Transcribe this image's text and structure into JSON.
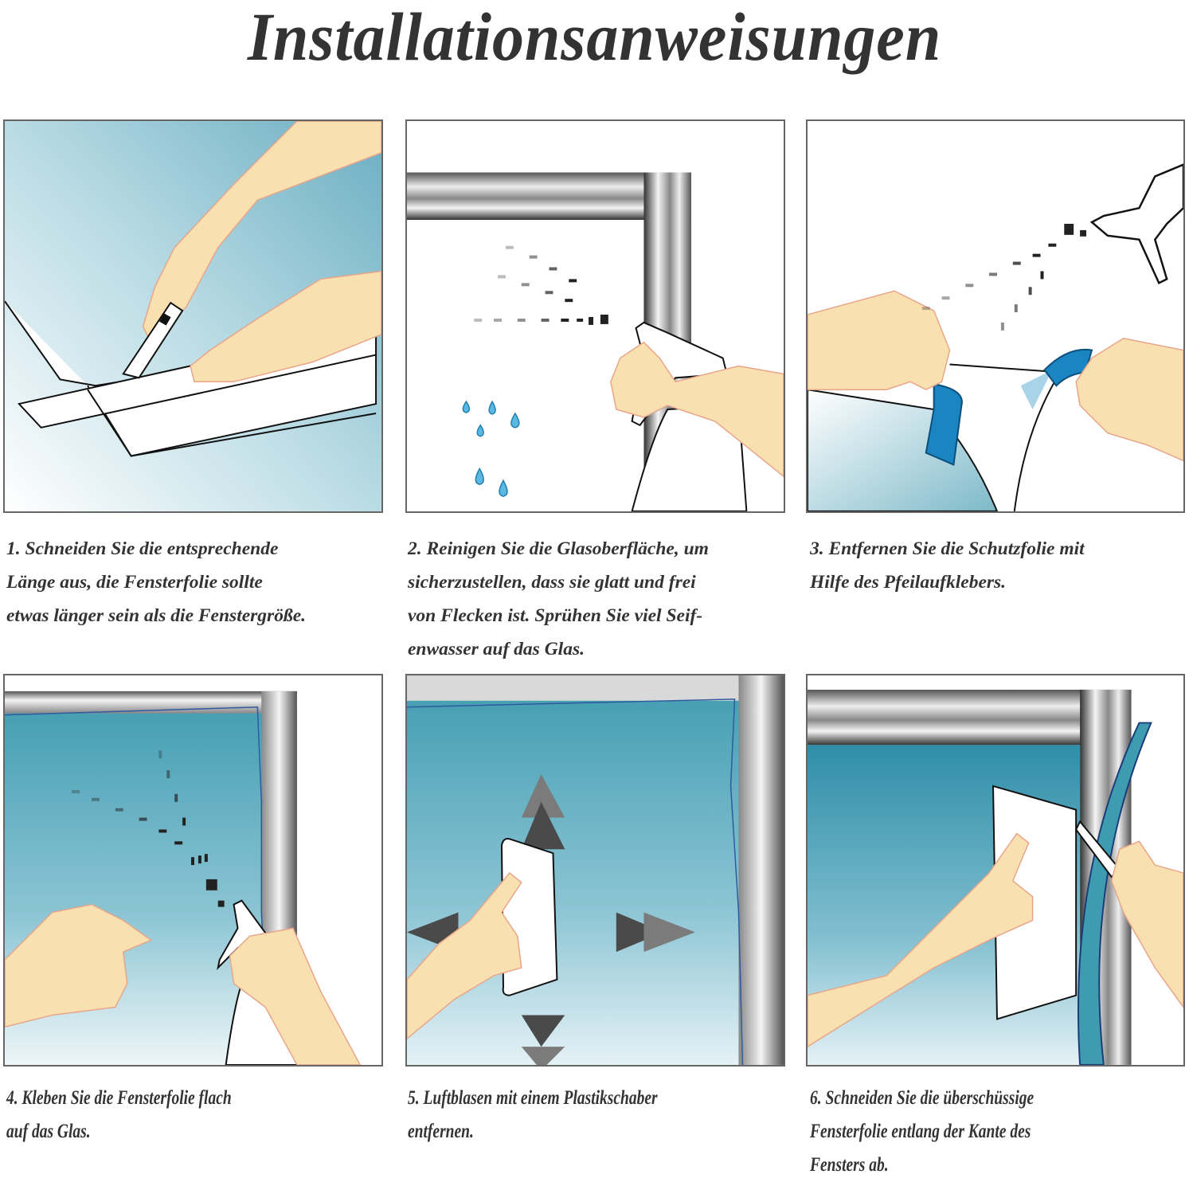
{
  "title": "Installationsanweisungen",
  "steps": [
    {
      "number": "1",
      "illustration": "cutting-film-with-knife",
      "lines": [
        "1. Schneiden Sie die entsprechende",
        "Länge aus, die Fensterfolie sollte",
        "etwas länger sein als die Fenstergröße."
      ]
    },
    {
      "number": "2",
      "illustration": "spraying-glass-cleaner",
      "lines": [
        "2. Reinigen Sie die Glasoberfläche, um",
        "sicherzustellen, dass sie glatt und frei",
        "von Flecken ist. Sprühen Sie viel Seif-",
        "enwasser auf das Glas."
      ]
    },
    {
      "number": "3",
      "illustration": "peeling-protective-film",
      "lines": [
        "3. Entfernen Sie die Schutzfolie mit",
        "Hilfe des Pfeilaufklebers."
      ]
    },
    {
      "number": "4",
      "illustration": "applying-film-flat",
      "lines": [
        "4. Kleben Sie die Fensterfolie flach",
        "auf das Glas."
      ]
    },
    {
      "number": "5",
      "illustration": "squeegee-air-bubbles",
      "lines": [
        "5. Luftblasen mit einem Plastikschaber",
        "entfernen."
      ]
    },
    {
      "number": "6",
      "illustration": "trimming-excess-film",
      "lines": [
        "6. Schneiden Sie die überschüssige",
        "Fensterfolie entlang der Kante des",
        "Fensters ab."
      ]
    }
  ],
  "colors": {
    "text": "#333333",
    "glass_blue": "#6fb3c6",
    "film_teal": "#3f9bb0",
    "skin": "#f8e0b0",
    "skin_line": "#e8a58a",
    "tab_blue": "#1a85c0",
    "frame_gray": "#9a9a9a"
  }
}
